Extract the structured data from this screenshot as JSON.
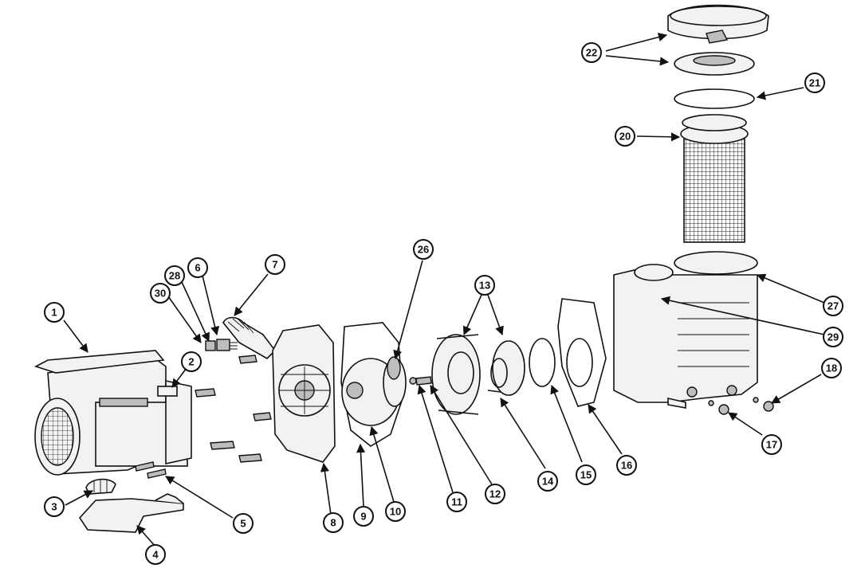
{
  "callouts": [
    {
      "id": "c1",
      "label": "1"
    },
    {
      "id": "c2",
      "label": "2"
    },
    {
      "id": "c3",
      "label": "3"
    },
    {
      "id": "c4",
      "label": "4"
    },
    {
      "id": "c5",
      "label": "5"
    },
    {
      "id": "c6",
      "label": "6"
    },
    {
      "id": "c7",
      "label": "7"
    },
    {
      "id": "c8",
      "label": "8"
    },
    {
      "id": "c9",
      "label": "9"
    },
    {
      "id": "c10",
      "label": "10"
    },
    {
      "id": "c11",
      "label": "11"
    },
    {
      "id": "c12",
      "label": "12"
    },
    {
      "id": "c13",
      "label": "13"
    },
    {
      "id": "c14",
      "label": "14"
    },
    {
      "id": "c15",
      "label": "15"
    },
    {
      "id": "c16",
      "label": "16"
    },
    {
      "id": "c17",
      "label": "17"
    },
    {
      "id": "c18",
      "label": "18"
    },
    {
      "id": "c20",
      "label": "20"
    },
    {
      "id": "c21",
      "label": "21"
    },
    {
      "id": "c22",
      "label": "22"
    },
    {
      "id": "c26",
      "label": "26"
    },
    {
      "id": "c27",
      "label": "27"
    },
    {
      "id": "c28",
      "label": "28"
    },
    {
      "id": "c29",
      "label": "29"
    },
    {
      "id": "c30",
      "label": "30"
    }
  ]
}
